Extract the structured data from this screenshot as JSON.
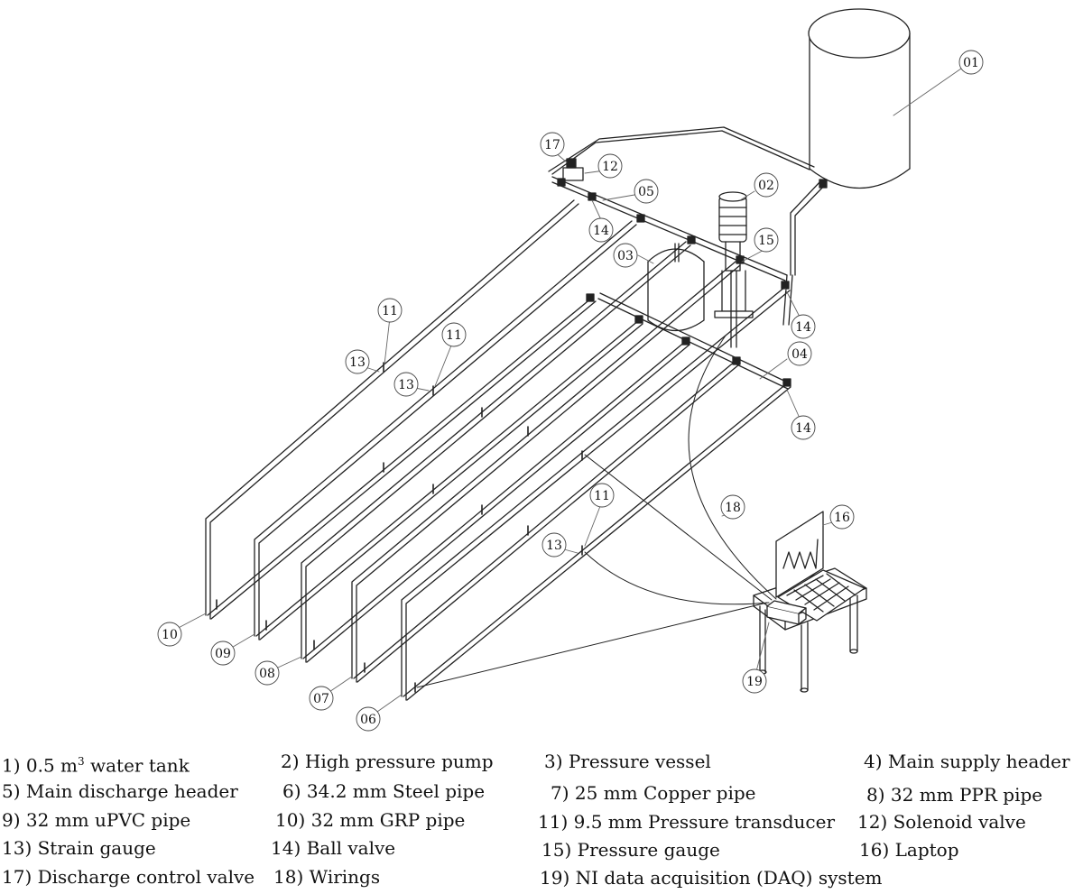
{
  "callouts": {
    "c01": "01",
    "c02": "02",
    "c03": "03",
    "c04": "04",
    "c05": "05",
    "c06": "06",
    "c07": "07",
    "c08": "08",
    "c09": "09",
    "c10": "10",
    "c11a": "11",
    "c11b": "11",
    "c11c": "11",
    "c12": "12",
    "c13a": "13",
    "c13b": "13",
    "c13c": "13",
    "c14a": "14",
    "c14b": "14",
    "c14c": "14",
    "c15": "15",
    "c16": "16",
    "c17": "17",
    "c18": "18",
    "c19": "19"
  },
  "legend": {
    "i1_pre": "1) 0.5  m",
    "i1_sup": "3",
    "i1_post": " water tank",
    "i2": "2) High pressure pump",
    "i3": "3) Pressure vessel",
    "i4": "4)  Main supply header",
    "i5": "5) Main discharge header",
    "i6": "6)  34.2 mm Steel pipe",
    "i7": "7) 25 mm Copper pipe",
    "i8": "8)  32 mm PPR pipe",
    "i9": "9) 32 mm uPVC pipe",
    "i10": "10) 32 mm GRP pipe",
    "i11": "11) 9.5 mm Pressure transducer",
    "i12": "12)  Solenoid valve",
    "i13": "13) Strain gauge",
    "i14": "14) Ball valve",
    "i15": "15) Pressure gauge",
    "i16": "16)  Laptop",
    "i17": "17) Discharge control valve",
    "i18": "18) Wirings",
    "i19": "19) NI data acquisition (DAQ) system"
  },
  "colors": {
    "line": "#222222",
    "callout_line": "#666666",
    "background": "#ffffff"
  }
}
